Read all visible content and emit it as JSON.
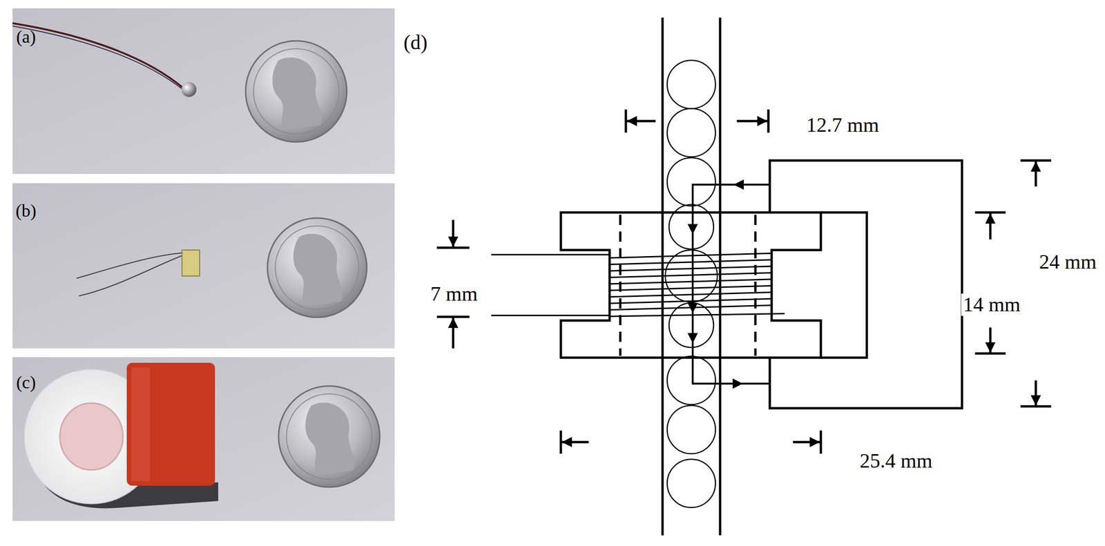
{
  "diagram": {
    "labels": [
      "(a)",
      "(b)",
      "(c)",
      "(d)",
      "12.7 mm",
      "24 mm",
      "14 mm",
      "7 mm",
      "25.4 mm"
    ]
  }
}
